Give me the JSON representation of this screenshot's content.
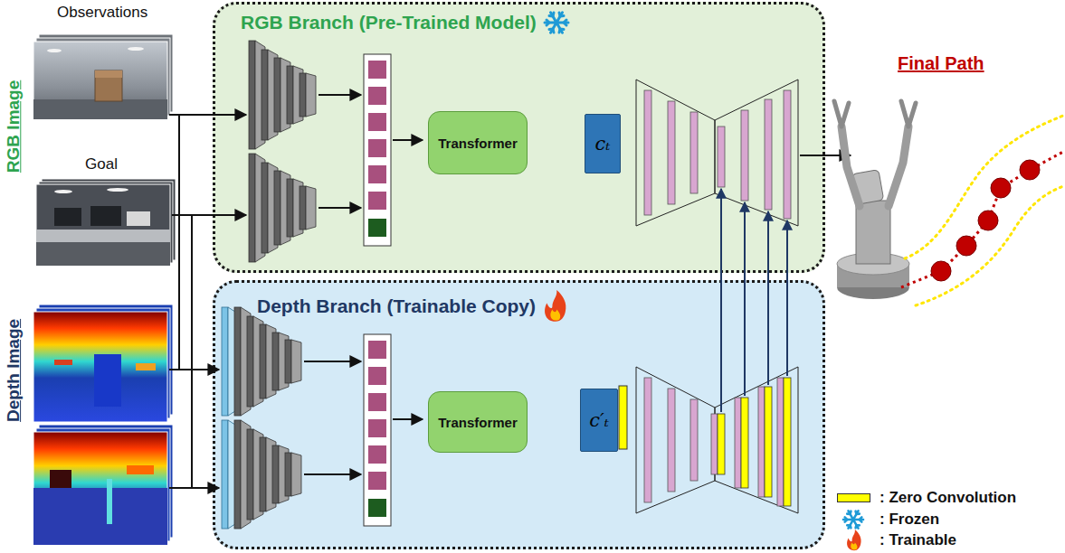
{
  "diagram": {
    "nodes": [
      {
        "text": [
          "RGB Branch (Pre-Trained Model)"
        ]
      },
      {
        "text": [
          "Transformer"
        ],
        "in": 0
      },
      {
        "text": [
          "cₜ"
        ],
        "in": 0
      },
      {
        "text": [
          "Depth Branch (Trainable Copy)"
        ]
      },
      {
        "text": [
          "Transformer"
        ],
        "in": 3
      },
      {
        "text": [
          "c′ₜ"
        ],
        "in": 3
      }
    ],
    "labels": [
      "Observations",
      "Goal",
      "RGB Image",
      "Depth Image",
      "Final Path"
    ],
    "legend": [
      {
        "text": ": Zero Convolution",
        "color": "#ffff00"
      },
      {
        "text": ": Frozen"
      },
      {
        "text": ": Trainable"
      }
    ]
  }
}
